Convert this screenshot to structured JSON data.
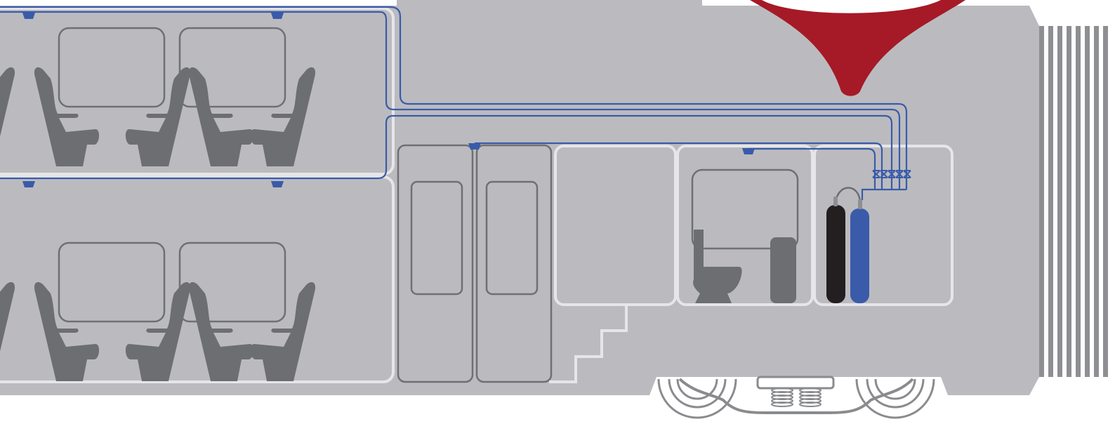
{
  "diagram": {
    "subject": "train-car-cutaway-fire-suppression",
    "colors": {
      "background": "#ffffff",
      "car_body": "#bbbbbf",
      "outline_light": "#e6e6e8",
      "outline_dark": "#6f7073",
      "seat": "#6d6e71",
      "pipe": "#3a5baa",
      "nozzle": "#3a5baa",
      "alert_shape": "#a51a26",
      "cylinder_dark": "#231f20",
      "cylinder_blue": "#3a5baa",
      "valve": "#3a5baa",
      "gangway_stripe": "#8e8f92"
    },
    "elements": {
      "upper_deck_seats": 5,
      "lower_deck_seats": 5,
      "upper_deck_windows": 2,
      "lower_deck_windows": 2,
      "nozzles": 6,
      "valves": 5,
      "cylinders": 2,
      "pipe_runs": 4
    },
    "icons": [
      "seat-icon",
      "window-icon",
      "nozzle-icon",
      "valve-icon",
      "toilet-icon",
      "gas-cylinder-icon",
      "door-icon",
      "bogie-icon",
      "spring-icon",
      "alert-drop-icon"
    ]
  }
}
